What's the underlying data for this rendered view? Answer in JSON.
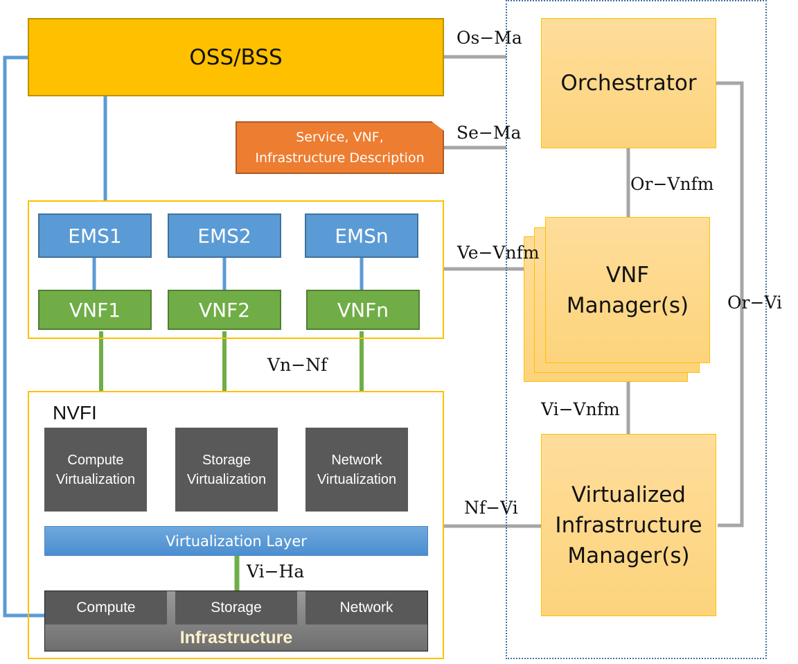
{
  "oss_bss": {
    "label": "OSS/BSS"
  },
  "description": {
    "line1": "Service, VNF,",
    "line2": "Infrastructure Description"
  },
  "ems": [
    {
      "label": "EMS1"
    },
    {
      "label": "EMS2"
    },
    {
      "label": "EMSn"
    }
  ],
  "vnfs": [
    {
      "label": "VNF1"
    },
    {
      "label": "VNF2"
    },
    {
      "label": "VNFn"
    }
  ],
  "nvfi": {
    "title": "NVFI",
    "virtual_resources": [
      {
        "line1": "Compute",
        "line2": "Virtualization"
      },
      {
        "line1": "Storage",
        "line2": "Virtualization"
      },
      {
        "line1": "Network",
        "line2": "Virtualization"
      }
    ],
    "virtualization_layer": "Virtualization Layer",
    "hardware": [
      {
        "label": "Compute"
      },
      {
        "label": "Storage"
      },
      {
        "label": "Network"
      }
    ],
    "infrastructure_label": "Infrastructure"
  },
  "mano": {
    "orchestrator": "Orchestrator",
    "vnf_manager": {
      "line1": "VNF",
      "line2": "Manager(s)"
    },
    "vim": {
      "line1": "Virtualized",
      "line2": "Infrastructure",
      "line3": "Manager(s)"
    }
  },
  "interfaces": {
    "os_ma": "Os−Ma",
    "se_ma": "Se−Ma",
    "or_vnfm": "Or−Vnfm",
    "ve_vnfm": "Ve−Vnfm",
    "or_vi": "Or−Vi",
    "vn_nf": "Vn−Nf",
    "vi_vnfm": "Vi−Vnfm",
    "nf_vi": "Nf−Vi",
    "vi_ha": "Vi−Ha"
  },
  "colors": {
    "oss_fill": "#ffc000",
    "description_fill": "#ed7d31",
    "ems_fill": "#5b9bd5",
    "vnf_fill": "#70ad47",
    "virtual_fill": "#595959",
    "manager_fill": "#fdd47c",
    "connector_gray": "#a6a6a6"
  }
}
